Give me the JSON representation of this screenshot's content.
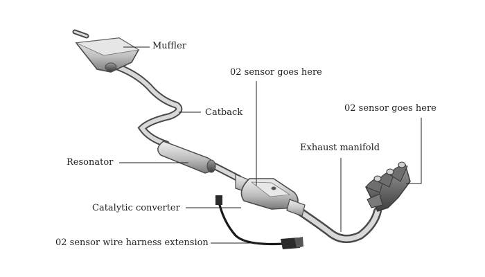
{
  "diagram": {
    "labels": {
      "muffler": "Muffler",
      "o2_sensor_top": "02 sensor goes here",
      "o2_sensor_right": "02 sensor goes here",
      "catback": "Catback",
      "exhaust_manifold": "Exhaust manifold",
      "resonator": "Resonator",
      "catalytic_converter": "Catalytic converter",
      "wire_harness": "02 sensor wire harness extension"
    },
    "colors": {
      "pipe_stroke": "#4a4a4a",
      "pipe_light": "#d7d7d7",
      "pipe_mid": "#a9a9a9",
      "body_light": "#c9c9c9",
      "body_dark": "#7c7c7c",
      "manifold_dark": "#5a5a5a",
      "leader": "#222222",
      "wire": "#1a1a1a"
    }
  }
}
